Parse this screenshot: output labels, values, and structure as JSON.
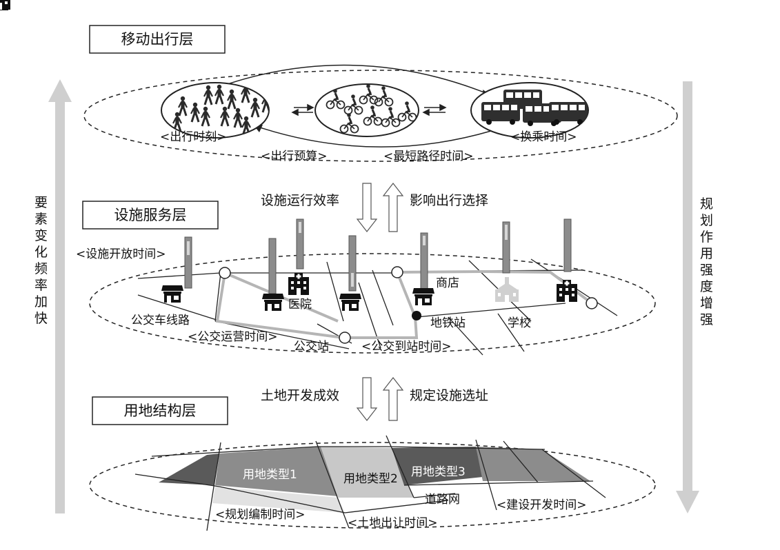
{
  "layers": {
    "mobility": "移动出行层",
    "facility": "设施服务层",
    "landuse": "用地结构层"
  },
  "mobility_labels": {
    "departure_time": "<出行时刻>",
    "travel_budget": "<出行预算>",
    "shortest_path_time": "<最短路径时间>",
    "transfer_time": "<换乘时间>"
  },
  "links_upper": {
    "down": "设施运行效率",
    "up": "影响出行选择"
  },
  "facility_labels": {
    "open_time": "<设施开放时间>",
    "hospital": "医院",
    "shop": "商店",
    "bus_line": "公交车线路",
    "bus_operation_time": "<公交运营时间>",
    "bus_stop": "公交站",
    "bus_arrival_time": "<公交到站时间>",
    "metro_station": "地铁站",
    "school": "学校"
  },
  "links_lower": {
    "down": "土地开发成效",
    "up": "规定设施选址"
  },
  "landuse_labels": {
    "type1": "用地类型1",
    "type2": "用地类型2",
    "type3": "用地类型3",
    "road_network": "道路网",
    "planning_time": "<规划编制时间>",
    "land_transfer_time": "<土地出让时间>",
    "construction_time": "<建设开发时间>"
  },
  "side_axes": {
    "left": "要素变化频率加快",
    "right": "规划作用强度增强"
  },
  "icons": {
    "pedestrians": "pedestrian-group-icon",
    "cyclists": "cyclist-group-icon",
    "buses": "bus-group-icon",
    "shop": "shop-icon",
    "hospital": "hospital-icon",
    "school": "school-icon"
  },
  "colors": {
    "dark_gray": "#5a5a5a",
    "mid_gray": "#8c8c8c",
    "light_gray": "#c8c8c8",
    "pale_gray": "#e2e2e2",
    "arrow_gray": "#cfcfcf"
  }
}
